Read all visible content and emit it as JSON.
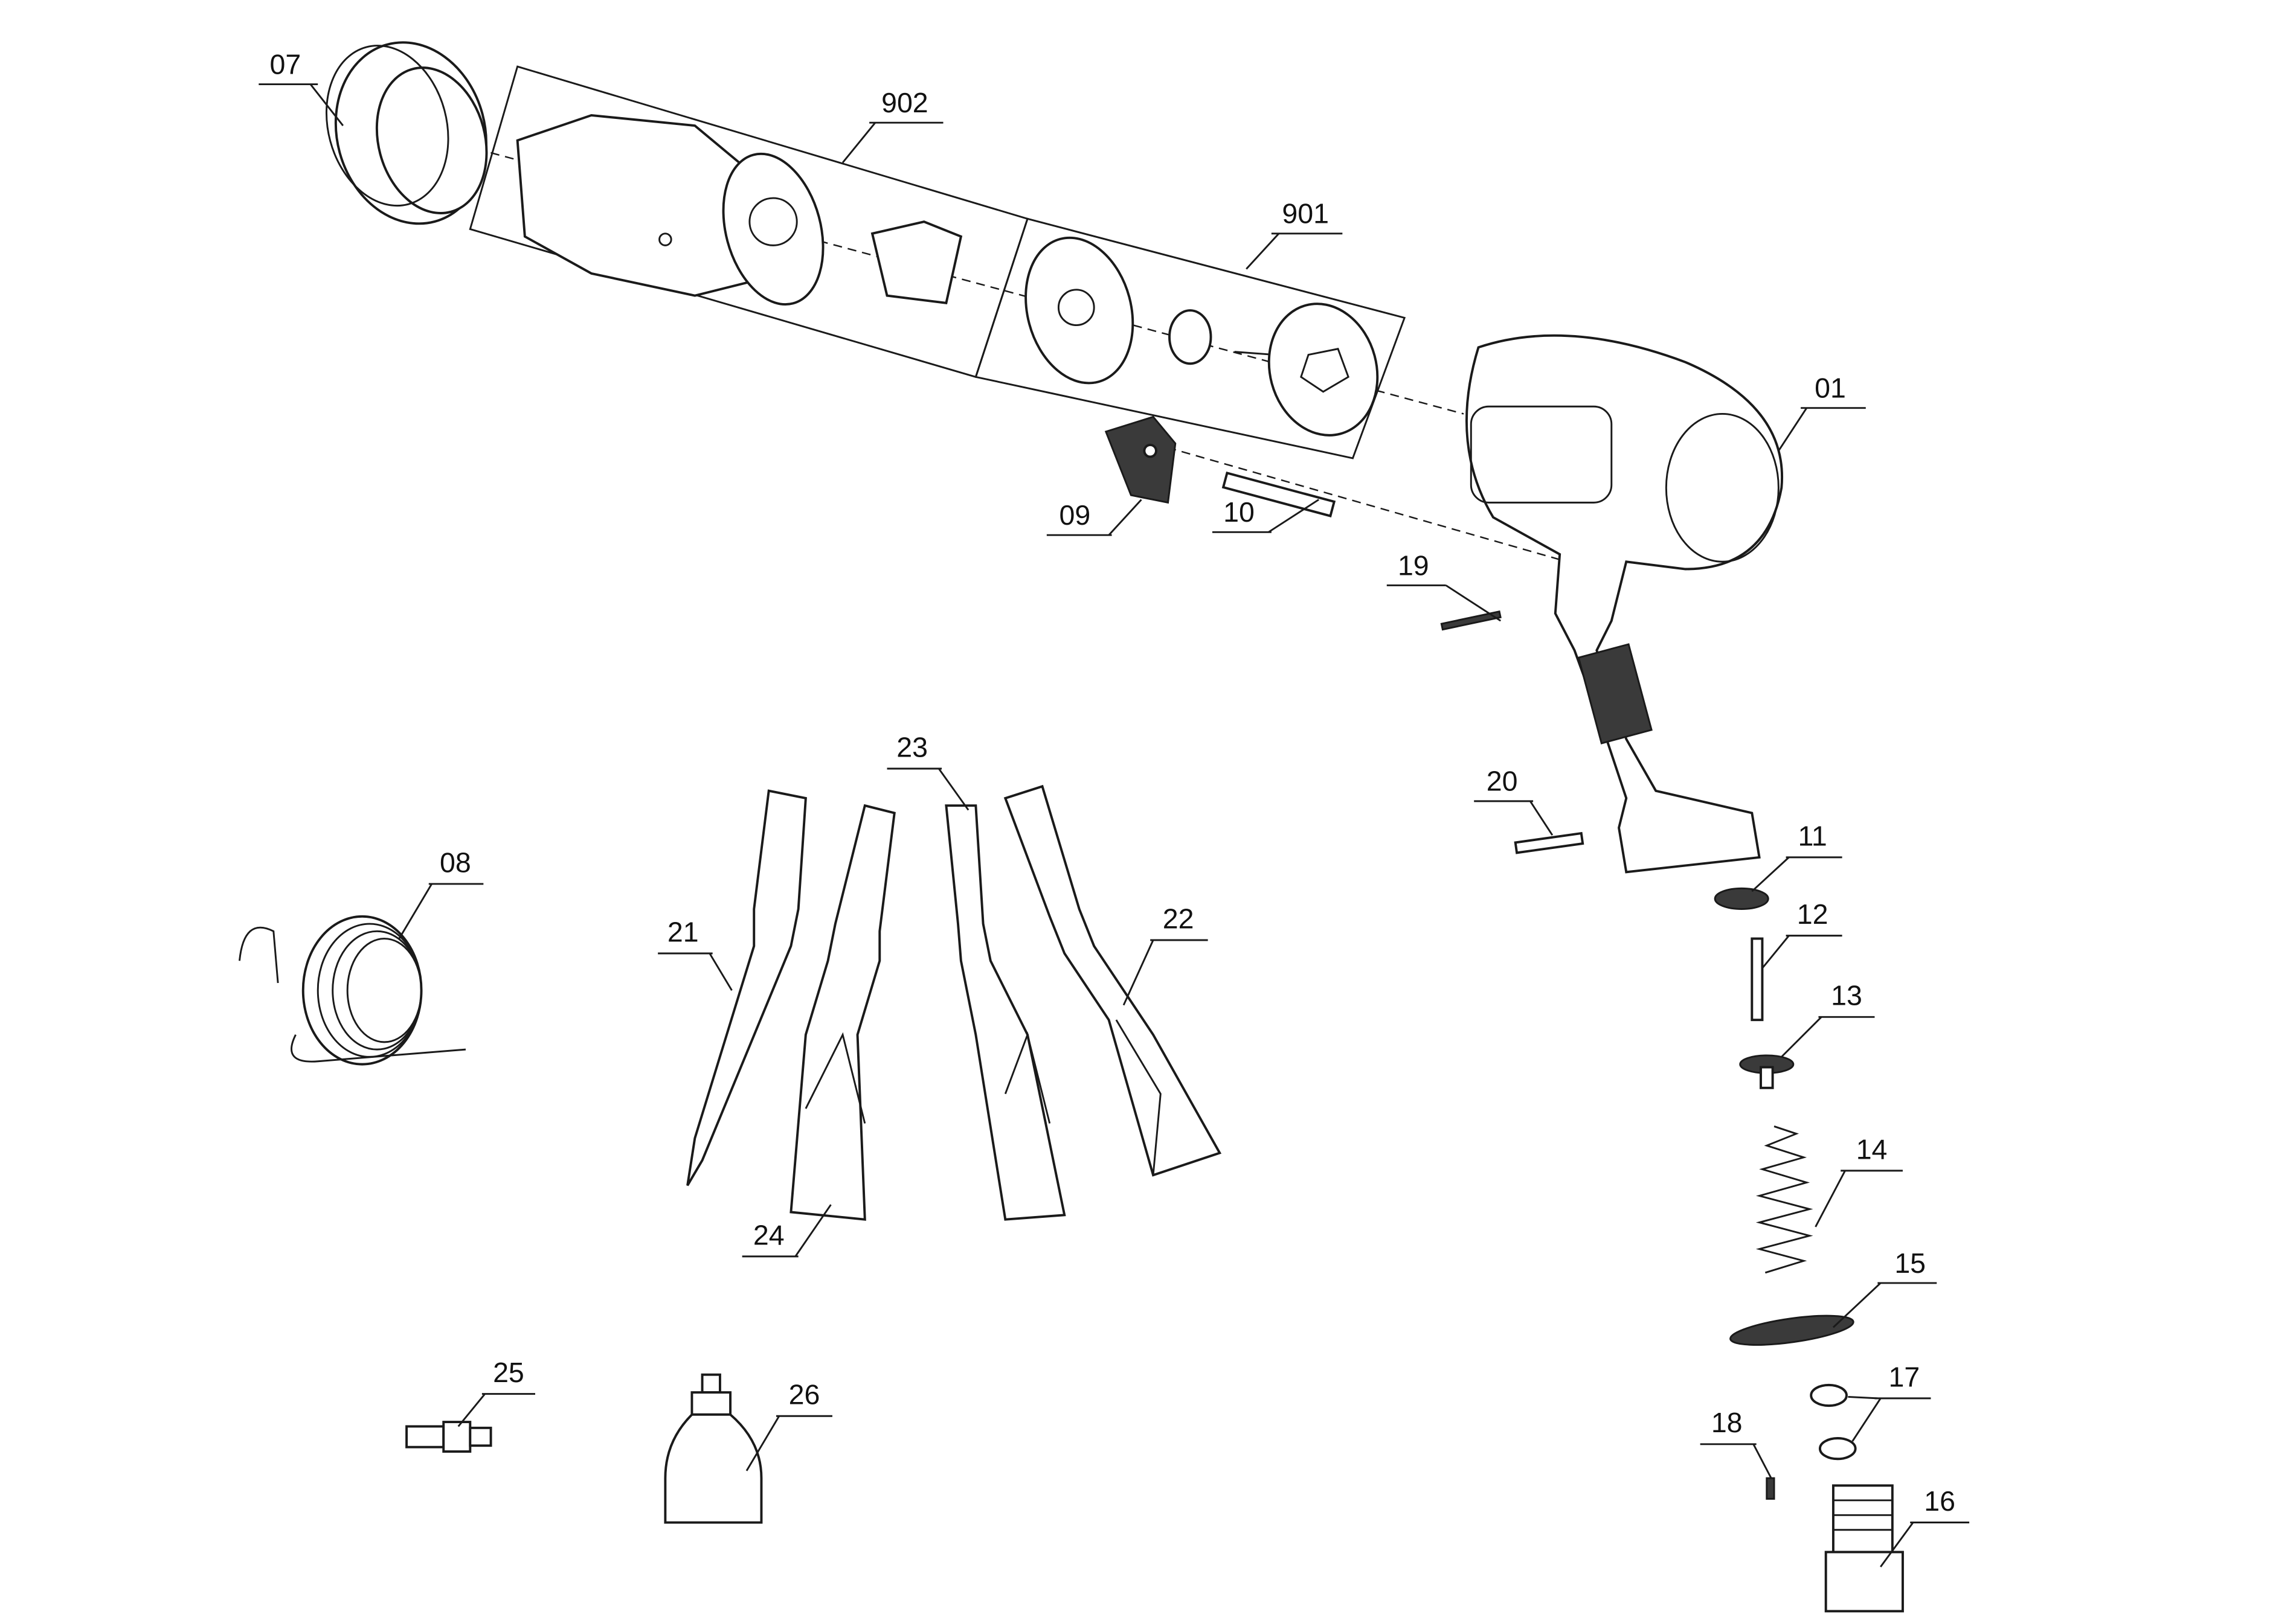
{
  "diagram": {
    "type": "exploded-parts-view",
    "part_labels": {
      "p07": "07",
      "p902": "902",
      "p901": "901",
      "p01": "01",
      "p09": "09",
      "p10": "10",
      "p19": "19",
      "p20": "20",
      "p11": "11",
      "p12": "12",
      "p13": "13",
      "p14": "14",
      "p15": "15",
      "p16": "16",
      "p17": "17",
      "p18": "18",
      "p08": "08",
      "p21": "21",
      "p22": "22",
      "p23": "23",
      "p24": "24",
      "p25": "25",
      "p26": "26"
    }
  }
}
